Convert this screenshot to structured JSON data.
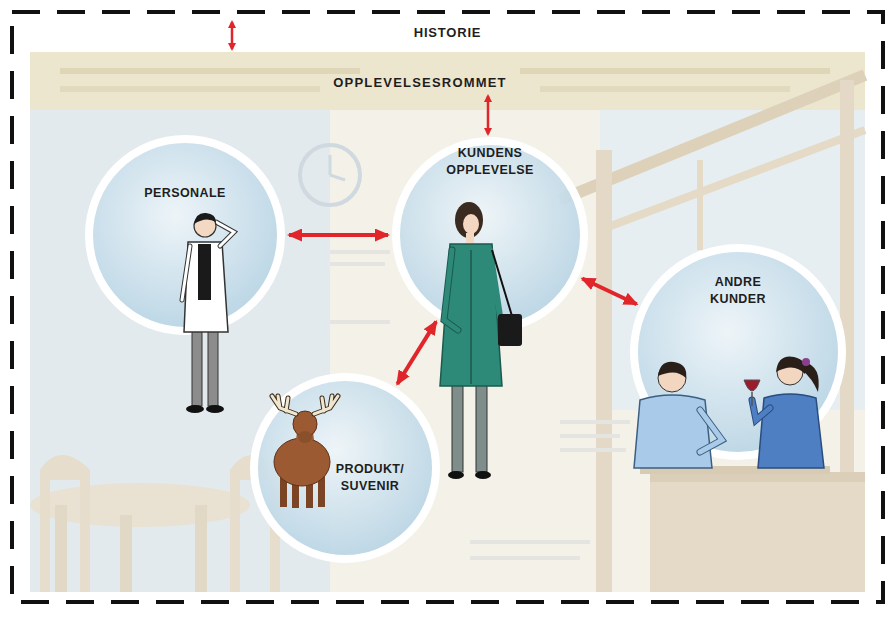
{
  "diagram": {
    "nodes": [
      {
        "text": [
          "HISTORIE"
        ]
      },
      {
        "text": [
          "OPPLEVELSESROMMET"
        ],
        "in": 0
      },
      {
        "text": [
          "KUNDENS OPPLEVELSE"
        ],
        "in": 1
      },
      {
        "text": [
          "PERSONALE"
        ],
        "in": 1
      },
      {
        "text": [
          "ANDRE KUNDER"
        ],
        "in": 1
      },
      {
        "text": [
          "PRODUKT/ SUVENIR"
        ],
        "in": 1
      }
    ],
    "edges": [
      {
        "from": 0,
        "to": 1,
        "arrow": "both"
      },
      {
        "from": 1,
        "to": 2,
        "arrow": "both"
      },
      {
        "from": 3,
        "to": 2,
        "arrow": "both"
      },
      {
        "from": 2,
        "to": 4,
        "arrow": "both"
      },
      {
        "from": 2,
        "to": 5,
        "arrow": "both"
      }
    ]
  }
}
